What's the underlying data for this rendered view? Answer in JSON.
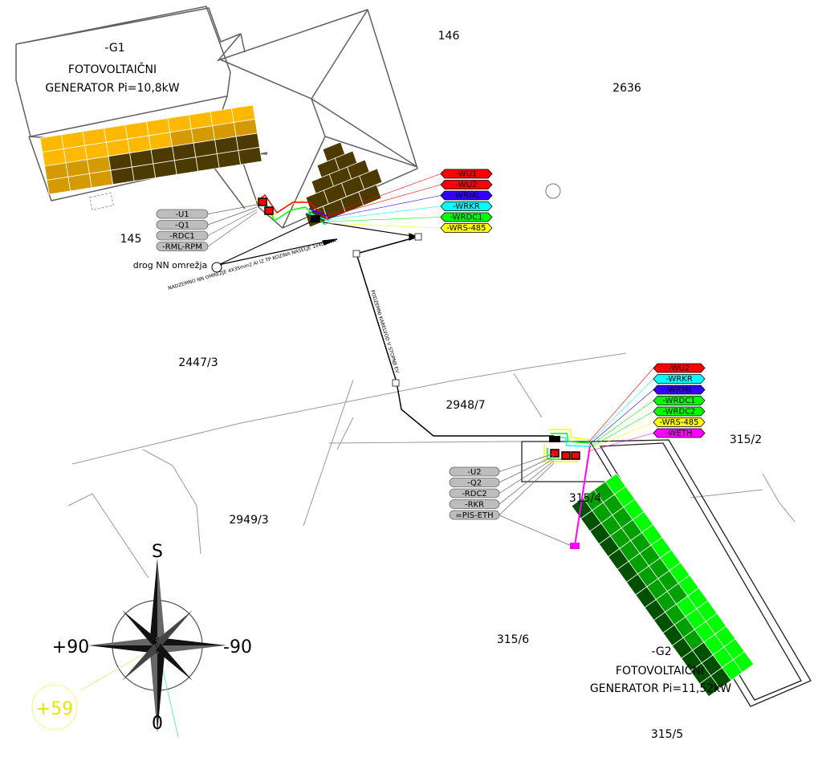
{
  "generators": [
    {
      "designation": "-G1",
      "title": "FOTOVOLTAIČNI",
      "subtitle": "GENERATOR Pi=10,8kW"
    },
    {
      "designation": "-G2",
      "title": "FOTOVOLTAIČNI",
      "subtitle": "GENERATOR Pi=11,52kW"
    }
  ],
  "parcels": [
    "146",
    "2636",
    "145",
    "2447/3",
    "2948/7",
    "315/2",
    "315/4",
    "2949/3",
    "315/6",
    "315/5"
  ],
  "pole_label": "drog NN omrežja",
  "cable_notes": {
    "overhead": "NADZEMNO NN OMREŽJE 4X35mm2 Al IZ TP KOZINA NASELJE 1x400kVA",
    "underground": "PODZEMNI KABELVOD V STOPNJI EV"
  },
  "cable_tags_1": [
    {
      "label": "-WU1",
      "color": "#ff0000"
    },
    {
      "label": "-WU2",
      "color": "#ff0000"
    },
    {
      "label": "-WRML",
      "color": "#3300ff"
    },
    {
      "label": "-WRKR",
      "color": "#00ffff"
    },
    {
      "label": "-WRDC1",
      "color": "#00ff00"
    },
    {
      "label": "-WRS-485",
      "color": "#ffff00"
    }
  ],
  "cable_tags_2": [
    {
      "label": "-WU2",
      "color": "#ff0000"
    },
    {
      "label": "-WRKR",
      "color": "#00ffff"
    },
    {
      "label": "-WRML",
      "color": "#3300ff"
    },
    {
      "label": "-WRDC1",
      "color": "#00ff00"
    },
    {
      "label": "-WRDC2",
      "color": "#00ff00"
    },
    {
      "label": "-WRS-485",
      "color": "#ffff00"
    },
    {
      "label": "-WETH",
      "color": "#ff00ff"
    }
  ],
  "device_tags_1": [
    "-U1",
    "-Q1",
    "-RDC1",
    "-RML-RPM"
  ],
  "device_tags_2": [
    "-U2",
    "-Q2",
    "-RDC2",
    "-RKR",
    "=PIS-ETH"
  ],
  "compass": {
    "south": "S",
    "north": "0",
    "east": "+90",
    "west": "-90",
    "azimuth": "+59"
  },
  "colors": {
    "roof_outline": "#606060",
    "panel_g1_light": "#ffb800",
    "panel_g1_mid": "#d49a00",
    "panel_g1_dark": "#4d3a00",
    "panel_g2_light": "#00ff00",
    "panel_g2_mid": "#00a000",
    "panel_g2_dark": "#005000",
    "tag_grey": "#bdbdbd"
  }
}
